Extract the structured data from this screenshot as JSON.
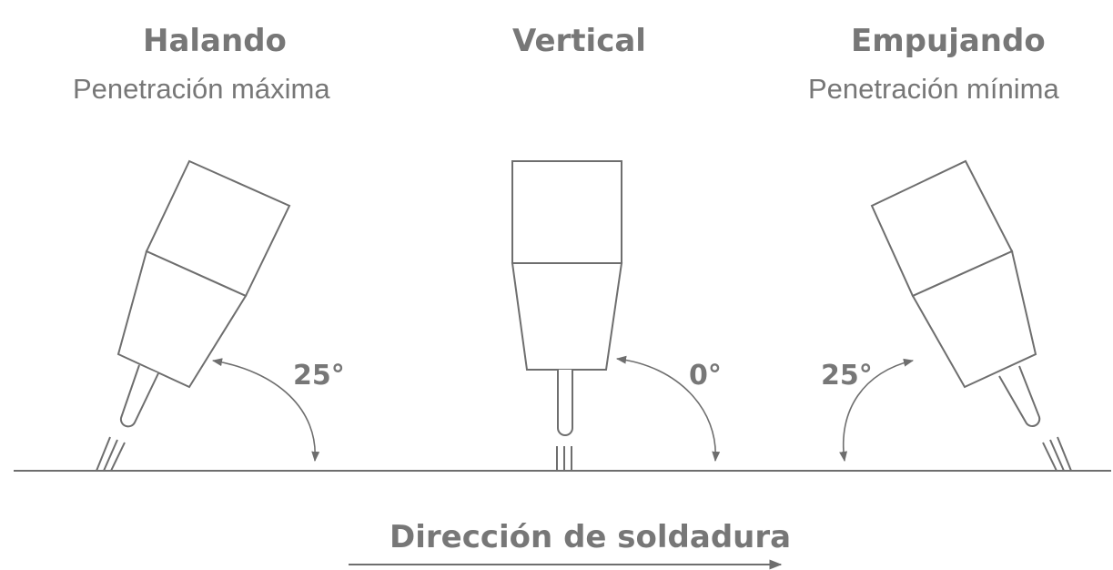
{
  "positions": [
    {
      "title": "Halando",
      "subtitle": "Penetración máxima",
      "angle": "25°"
    },
    {
      "title": "Vertical",
      "subtitle": "",
      "angle": "0°"
    },
    {
      "title": "Empujando",
      "subtitle": "Penetración mínima",
      "angle": "25°"
    }
  ],
  "direction_label": "Dirección de soldadura",
  "colors": {
    "text": "#777777",
    "line": "#6e6e6e",
    "fill": "#ffffff"
  }
}
